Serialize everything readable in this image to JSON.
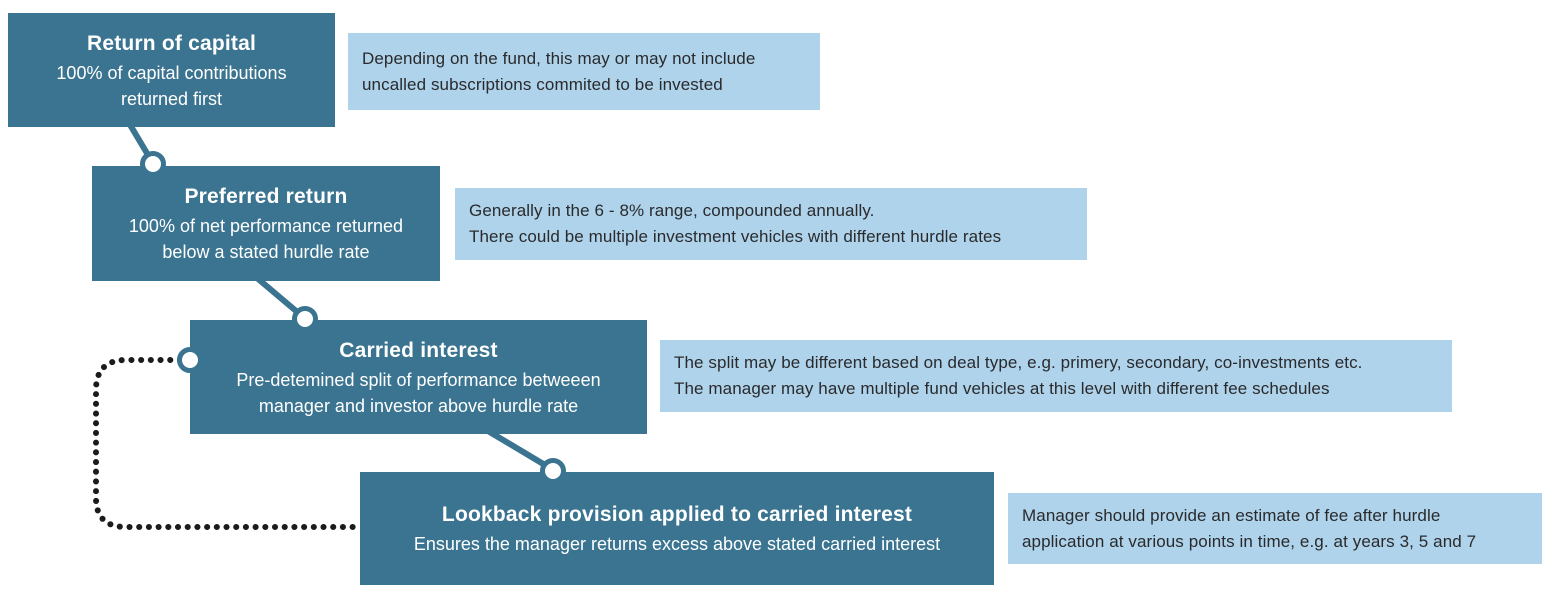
{
  "colors": {
    "box_bg": "#3a7490",
    "box_text": "#ffffff",
    "note_bg": "#aed3ea",
    "note_text": "#2a2a2d",
    "dots": "#1b1b1b"
  },
  "diagram": {
    "type": "waterfall-flow",
    "steps": [
      {
        "title": "Return of capital",
        "body": [
          "100% of capital contributions",
          "returned first"
        ],
        "note": [
          "Depending on the fund, this may or may not include",
          "uncalled subscriptions commited to be invested"
        ]
      },
      {
        "title": "Preferred return",
        "body": [
          "100% of net performance returned",
          "below a stated hurdle rate"
        ],
        "note": [
          "Generally in the 6 - 8% range, compounded annually.",
          "There could be multiple investment vehicles with different hurdle rates"
        ]
      },
      {
        "title": "Carried interest",
        "body": [
          "Pre-detemined split of performance betweeen",
          "manager and investor above hurdle rate"
        ],
        "note": [
          "The split may be different based on deal type, e.g. primery, secondary, co-investments etc.",
          "The manager may have multiple fund vehicles at this level with different fee schedules"
        ]
      },
      {
        "title": "Lookback provision applied to carried interest",
        "body": [
          "Ensures the manager returns excess above stated carried interest"
        ],
        "note": [
          "Manager should provide an estimate of fee after hurdle",
          "application at various points in time, e.g. at years 3, 5 and 7"
        ]
      }
    ]
  }
}
